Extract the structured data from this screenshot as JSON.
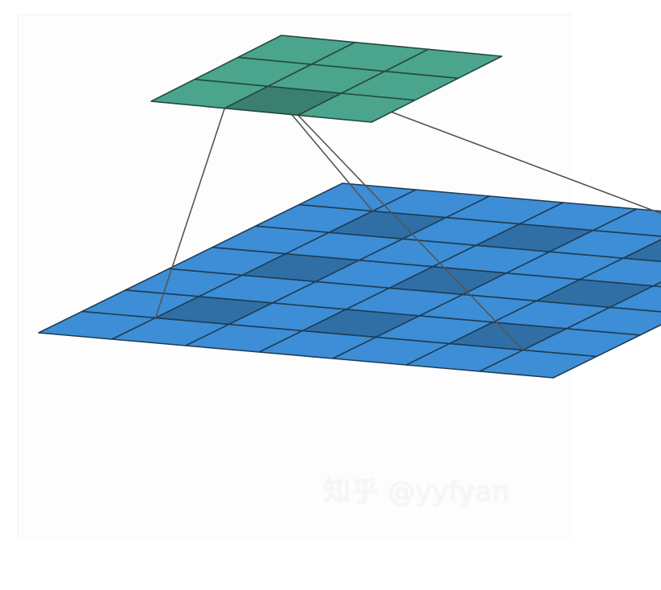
{
  "diagram": {
    "input_grid": {
      "rows": 7,
      "cols": 7,
      "fill_color": "#3d8ed6",
      "highlight_color": "#2f6fa6",
      "stroke_color": "#1f3d55"
    },
    "output_grid": {
      "rows": 3,
      "cols": 3,
      "fill_color": "#4aa58c",
      "highlight_color": "#3a7f70",
      "stroke_color": "#24493f"
    },
    "connector_color": "#555555"
  },
  "watermark": {
    "text": "知乎 @yyfyan"
  }
}
